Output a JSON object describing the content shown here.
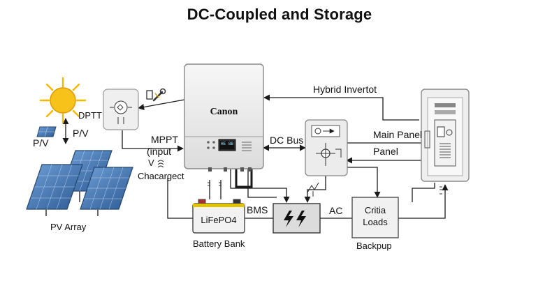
{
  "title": "DC-Coupled and Storage",
  "labels": {
    "dptt": "DPTT",
    "pv_small_1": "P/V",
    "pv_small_2": "P/V",
    "pv_array": "PV Array",
    "mppt": "MPPT",
    "input": "(input",
    "v": "V",
    "chacargect": "Chacargect",
    "hybrid_invertot": "Hybrid Invertot",
    "dc_bus": "DC Bus",
    "main_panel": "Main Panel",
    "panel": "Panel",
    "bms": "BMS",
    "ac": "AC",
    "battery_bank": "Battery Bank",
    "backpup": "Backpup"
  },
  "inverter": {
    "brand": "Canon",
    "display": "HE 8B"
  },
  "battery": {
    "chem": "LiFePO4"
  },
  "critical_loads": {
    "line1": "Critia",
    "line2": "Loads"
  },
  "icons": [
    "sun-icon",
    "wrench-icon",
    "lightning-icon",
    "meter-icon"
  ],
  "colors": {
    "line": "#1a1a1a",
    "device_fill": "#ececec",
    "panel_blue": "#3d6fa8",
    "sun": "#f5b800"
  }
}
